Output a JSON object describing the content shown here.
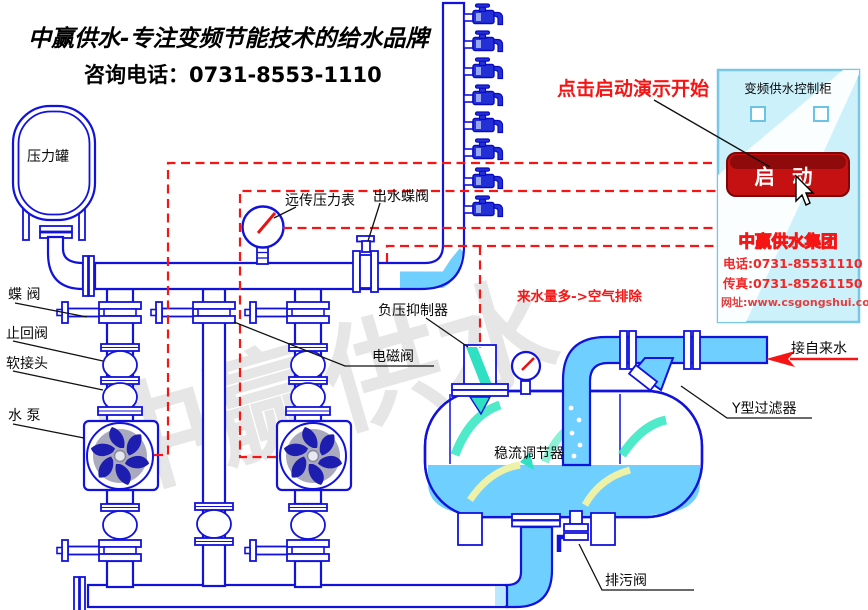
{
  "header": {
    "line1": "中赢供水-专注变频节能技术的给水品牌",
    "line2": "咨询电话：0731-8553-1110"
  },
  "watermark_text": "中赢供水",
  "annotations": {
    "click_to_start": "点击启动演示开始",
    "air_removal": "来水量多->空气排除",
    "tap_water_inlet": "接自来水"
  },
  "equipment_labels": {
    "pressure_tank": "压力罐",
    "butterfly_valve": "蝶 阀",
    "check_valve": "止回阀",
    "soft_joint": "软接头",
    "water_pump": "水 泵",
    "remote_pressure_gauge": "远传压力表",
    "outlet_butterfly_valve": "出水蝶阀",
    "negative_pressure_suppressor": "负压抑制器",
    "solenoid_valve": "电磁阀",
    "flow_stabilizer": "稳流调节器",
    "y_filter": "Y型过滤器",
    "drain_valve": "排污阀"
  },
  "control_panel": {
    "title": "变频供水控制柜",
    "start_button": "启 动",
    "company": "中赢供水集团",
    "phone": "电话:0731-85531110",
    "fax": "传真:0731-85261150",
    "website": "网址:www.csgongshui.com"
  },
  "colors": {
    "pipe_outline": "#1212dd",
    "water_fill": "#6fcfff",
    "signal_wire_red": "#f51515",
    "panel_bg": "#cdf1fa",
    "button_red": "#c51111",
    "watermark_gray": "#c9c9c9"
  }
}
